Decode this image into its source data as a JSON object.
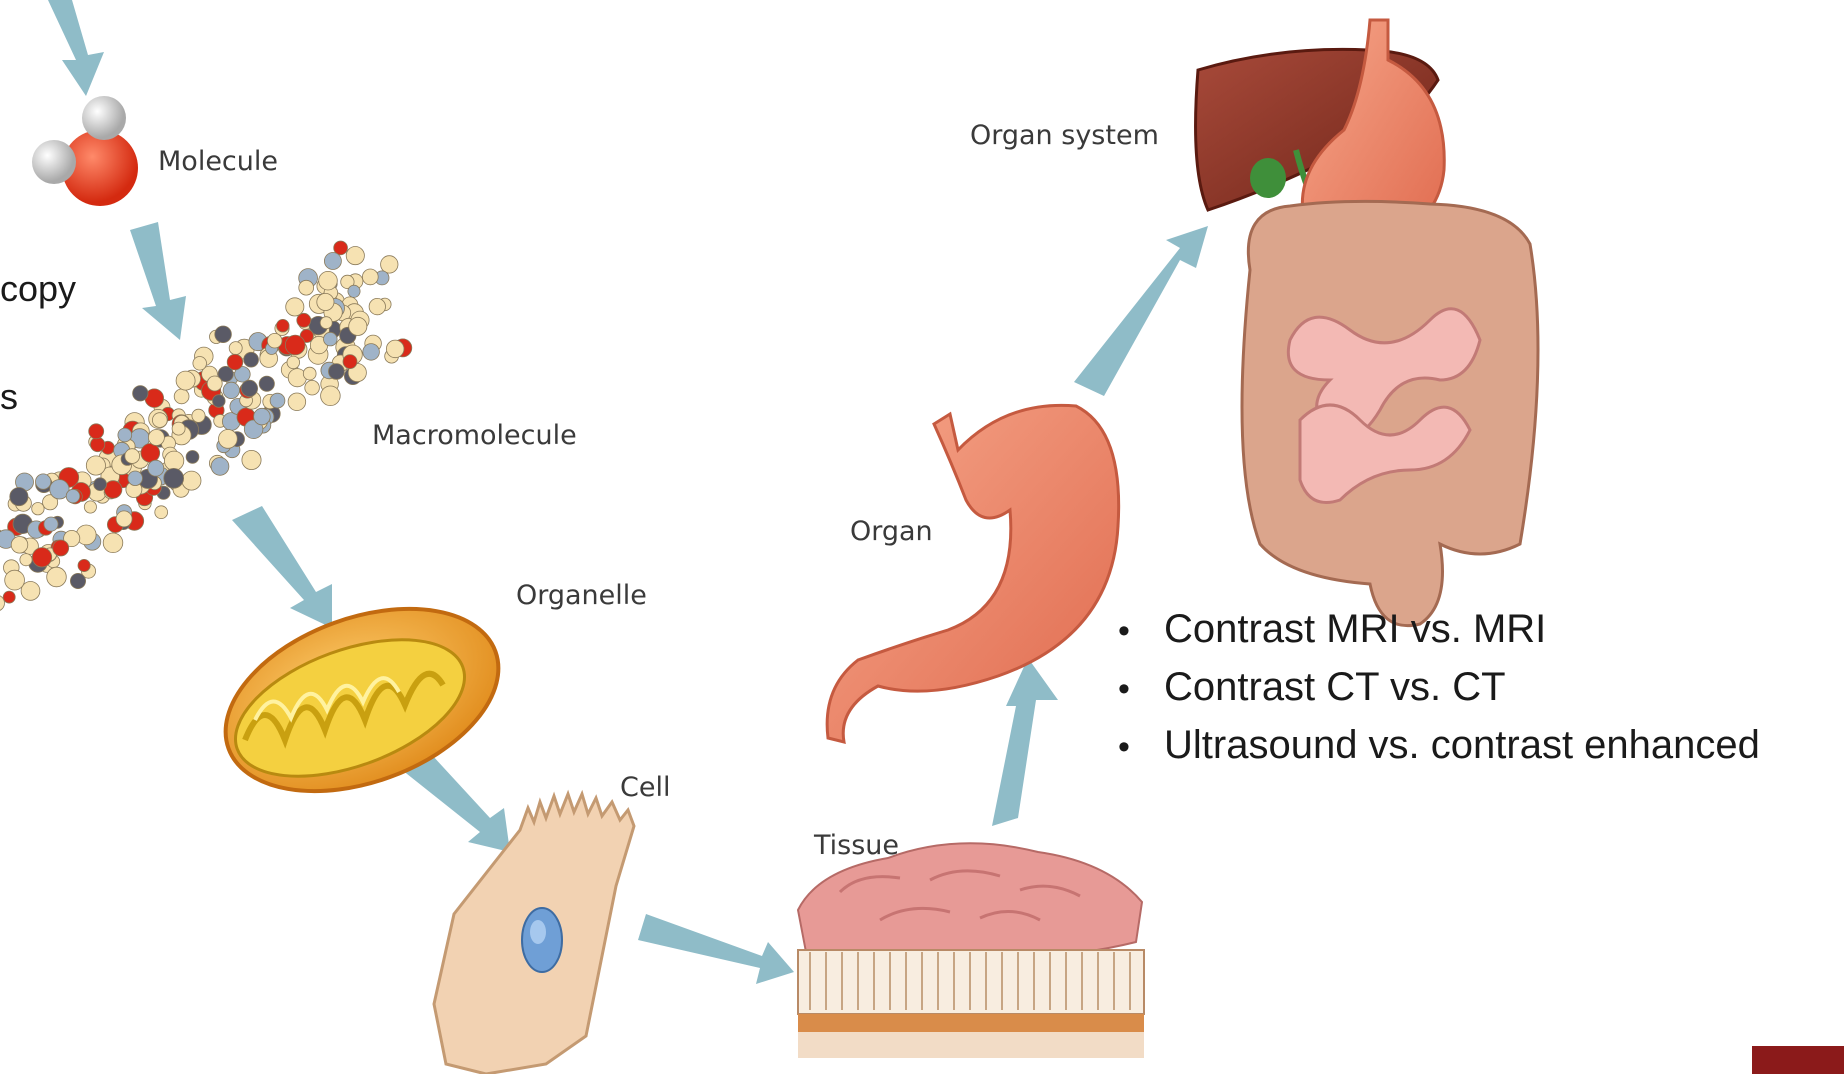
{
  "labels": {
    "molecule": "Molecule",
    "macromolecule": "Macromolecule",
    "organelle": "Organelle",
    "cell": "Cell",
    "tissue": "Tissue",
    "organ": "Organ",
    "organ_system": "Organ system"
  },
  "side_fragments": [
    "copy",
    "s"
  ],
  "bullets": [
    "Contrast MRI vs. MRI",
    "Contrast CT vs. CT",
    "Ultrasound vs. contrast enhanced"
  ],
  "colors": {
    "arrow": "#8fbcc8",
    "accent_bar": "#8b1a1a"
  }
}
